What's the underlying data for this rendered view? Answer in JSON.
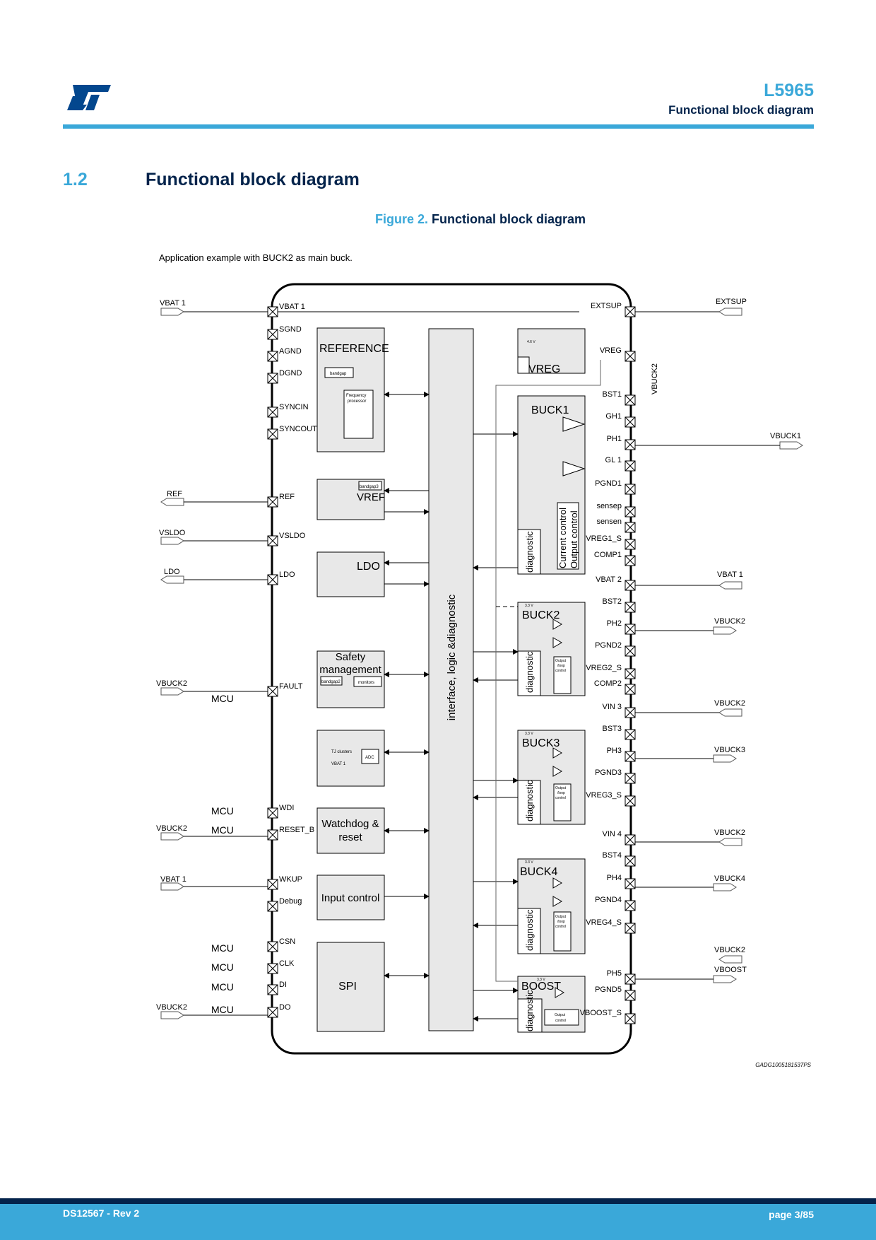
{
  "header": {
    "logo": "st-logo-icon",
    "product": "L5965",
    "section_title": "Functional block diagram"
  },
  "section": {
    "number": "1.2",
    "title": "Functional block diagram"
  },
  "figure": {
    "number_label": "Figure 2.",
    "title": "Functional block diagram",
    "note": "Application example with BUCK2 as main buck.",
    "id": "GADG1005181537PS",
    "central_block": "interface, logic &diagnostic",
    "blocks": {
      "reference": "REFERENCE",
      "bandgap": "bandgap",
      "freq_proc_1": "Frequency",
      "freq_proc_2": "processor",
      "vref": "VREF",
      "bandgap3": "bandgap3",
      "ldo": "LDO",
      "safety_1": "Safety",
      "safety_2": "management",
      "bandgap2": "bandgap2",
      "monitors": "monitors",
      "tj_clusters": "TJ clusters",
      "adc": "ADC",
      "vbat1_small": "VBAT 1",
      "watchdog_1": "Watchdog &",
      "watchdog_2": "reset",
      "input_control": "Input control",
      "spi": "SPI",
      "vreg": "VREG",
      "v46": "4.6 V",
      "buck1": "BUCK1",
      "current_control": "Current control",
      "output_control": "Output control",
      "buck2": "BUCK2",
      "buck3": "BUCK3",
      "buck4": "BUCK4",
      "boost": "BOOST",
      "diagnostic": "diagnostic",
      "v33": "3.3 V",
      "out_loop_1": "Output",
      "out_loop_2": "/loop",
      "out_loop_3": "control",
      "out_ctrl_1": "Output",
      "out_ctrl_2": "control"
    },
    "left_pins": [
      "VBAT 1",
      "SGND",
      "AGND",
      "DGND",
      "SYNCIN",
      "SYNCOUT",
      "REF",
      "VSLDO",
      "LDO",
      "FAULT",
      "WDI",
      "RESET_B",
      "WKUP",
      "Debug",
      "CSN",
      "CLK",
      "DI",
      "DO"
    ],
    "right_pins": [
      "EXTSUP",
      "VREG",
      "BST1",
      "GH1",
      "PH1",
      "GL 1",
      "PGND1",
      "sensep",
      "sensen",
      "VREG1_S",
      "COMP1",
      "VBAT 2",
      "BST2",
      "PH2",
      "PGND2",
      "VREG2_S",
      "COMP2",
      "VIN 3",
      "BST3",
      "PH3",
      "PGND3",
      "VREG3_S",
      "VIN 4",
      "BST4",
      "PH4",
      "PGND4",
      "VREG4_S",
      "PH5",
      "PGND5",
      "VBOOST_S"
    ],
    "left_ext": {
      "vbat1": "VBAT 1",
      "ref": "REF",
      "vsldo": "VSLDO",
      "ldo": "LDO",
      "vbuck2_fault": "VBUCK2",
      "mcu": "MCU",
      "vbuck2_reset": "VBUCK2",
      "vbat1_wkup": "VBAT 1",
      "vbuck2_do": "VBUCK2"
    },
    "right_ext": {
      "extsup": "EXTSUP",
      "vbuck2_vert": "VBUCK2",
      "vbuck1": "VBUCK1",
      "vbat1": "VBAT 1",
      "vbuck2_out": "VBUCK2",
      "vbuck2_in3": "VBUCK2",
      "vbuck3": "VBUCK3",
      "vbuck2_in4": "VBUCK2",
      "vbuck4": "VBUCK4",
      "vbuck2_boost": "VBUCK2",
      "vboost": "VBOOST"
    }
  },
  "footer": {
    "doc_ref": "DS12567 - Rev 2",
    "page": "page 3/85"
  },
  "colors": {
    "accent": "#3aa8d9",
    "navy": "#03234b",
    "block_fill": "#e8e8e8"
  }
}
